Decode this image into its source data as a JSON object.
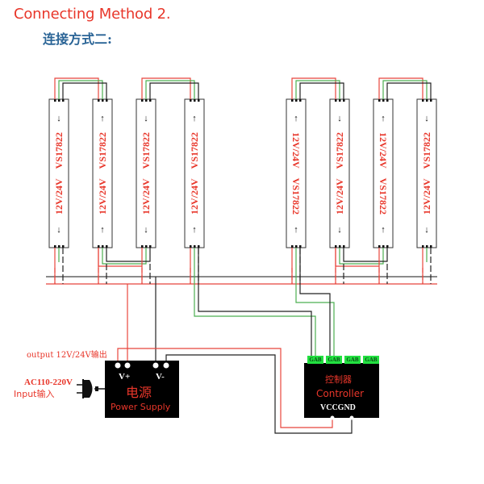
{
  "title": {
    "english": "Connecting Method 2.",
    "chinese": "连接方式二:"
  },
  "strips": [
    {
      "id": 1,
      "voltage": "12V/24V",
      "model": "VS17822",
      "orientation": "ccw",
      "arrow": "down",
      "group": "left"
    },
    {
      "id": 2,
      "voltage": "12V/24V",
      "model": "VS17822",
      "orientation": "ccw",
      "arrow": "up",
      "group": "left"
    },
    {
      "id": 3,
      "voltage": "12V/24V",
      "model": "VS17822",
      "orientation": "ccw",
      "arrow": "down",
      "group": "left"
    },
    {
      "id": 4,
      "voltage": "12V/24V",
      "model": "VS17822",
      "orientation": "ccw",
      "arrow": "up",
      "group": "left"
    },
    {
      "id": 5,
      "voltage": "12V/24V",
      "model": "VS17822",
      "orientation": "cw",
      "arrow": "up",
      "group": "right"
    },
    {
      "id": 6,
      "voltage": "12V/24V",
      "model": "VS17822",
      "orientation": "ccw-flipped",
      "arrow": "down",
      "group": "right"
    },
    {
      "id": 7,
      "voltage": "12V/24V",
      "model": "VS17822",
      "orientation": "cw",
      "arrow": "up",
      "group": "right"
    },
    {
      "id": 8,
      "voltage": "12V/24V",
      "model": "VS17822",
      "orientation": "ccw-flipped",
      "arrow": "down",
      "group": "right"
    }
  ],
  "arrows": {
    "up": "↑",
    "down": "↓"
  },
  "power_supply": {
    "output_label": "output 12V/24V输出",
    "input_voltage_label": "AC110-220V",
    "input_label": "Input输入",
    "vplus_label": "V+",
    "vminus_label": "V-",
    "name_cn": "电源",
    "name_en": "Power Supply"
  },
  "controller": {
    "name_cn": "控制器",
    "name_en": "Controller",
    "power_label": "VCCGND",
    "ports": [
      "GAB",
      "GAB",
      "GAB",
      "GAB"
    ]
  },
  "colors": {
    "accent_red": "#e8362a",
    "title_blue": "#2a6496",
    "wire_red": "#e8453c",
    "wire_green": "#4caf50",
    "wire_black": "#222222",
    "bus_gray": "#8a8a8a",
    "port_green": "#22e040"
  }
}
